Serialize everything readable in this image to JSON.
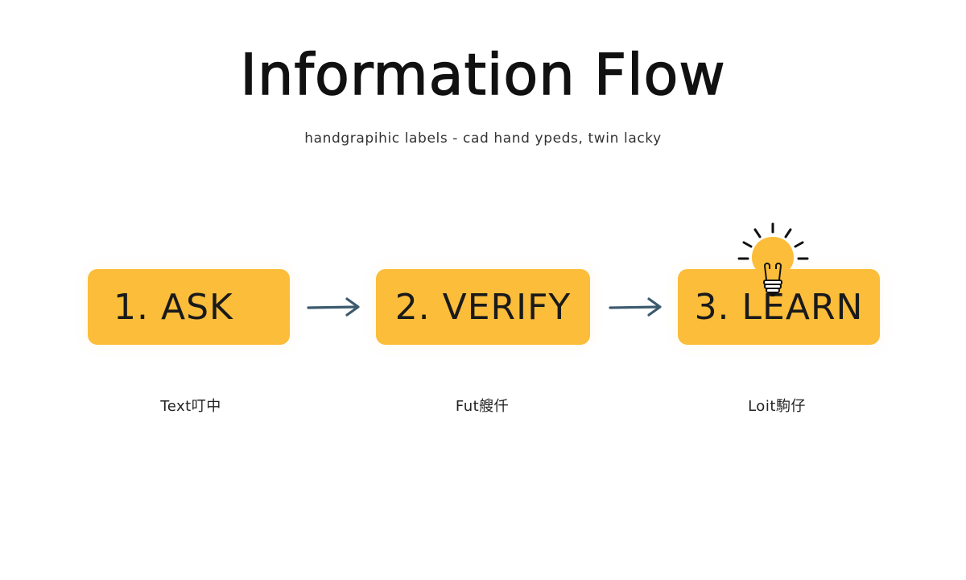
{
  "title": "Information Flow",
  "subtitle": "handgrapihic labels - cad hand ypeds, twin lacky",
  "steps": [
    {
      "label": "1.  ASK",
      "caption": "Text叮中"
    },
    {
      "label": "2. VERIFY",
      "caption": "Fut艘仟"
    },
    {
      "label": "3. LEARN",
      "caption": "Loit駒仔"
    }
  ],
  "colors": {
    "box": "#fbbd3a",
    "arrow": "#3c5a6e",
    "bulb": "#fbbd3a",
    "text": "#111111"
  },
  "icons": {
    "arrow": "arrow-right-icon",
    "bulb": "lightbulb-icon"
  }
}
